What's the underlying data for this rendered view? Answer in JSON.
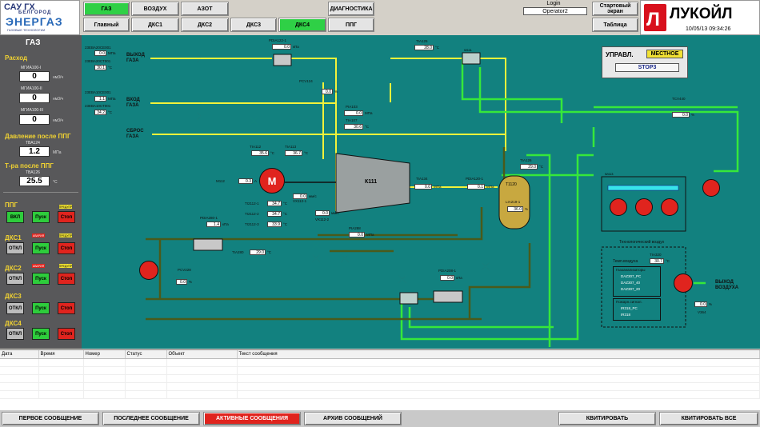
{
  "brand": {
    "title": "САУ ГХ",
    "line1": "БЕЛГОРОД",
    "line2": "ЭНЕРГАЗ",
    "line3": "ГАЗОВЫЕ ТЕХНОЛОГИИ"
  },
  "top_tabs": [
    "ГАЗ",
    "ВОЗДУХ",
    "АЗОТ"
  ],
  "sub_tabs": [
    "Главный",
    "ДКС1",
    "ДКС2",
    "ДКС3",
    "ДКС4",
    "ППГ"
  ],
  "diagnostics": "ДИАГНОСТИКА",
  "login": {
    "label": "Login",
    "user": "Operator2"
  },
  "start_screen": "Стартовый экран",
  "table_btn": "Таблица",
  "lukoil": {
    "name": "ЛУКОЙЛ",
    "datetime": "10/05/13 09:34:26"
  },
  "left": {
    "title": "ГАЗ",
    "flow_title": "Расход",
    "flows": [
      {
        "tag": "МГИА100-I",
        "value": "0",
        "unit": "нм3/ч"
      },
      {
        "tag": "МГИА100-II",
        "value": "0",
        "unit": "нм3/ч"
      },
      {
        "tag": "МГИА100-III",
        "value": "0",
        "unit": "нм3/ч"
      }
    ],
    "pressure_title": "Давление после ППГ",
    "pressure_tag": "ТВА124",
    "pressure_value": "1.2",
    "pressure_unit": "МПа",
    "temp_title": "Т-ра после ППГ",
    "temp_tag": "ТВА126",
    "temp_value": "25.5",
    "temp_unit": "°С",
    "units": [
      {
        "name": "ППГ",
        "state": "ВКЛ",
        "state_on": true,
        "start": "Пуск",
        "stop": "Стоп",
        "tags": [
          "ПРЕДУПР"
        ]
      },
      {
        "name": "ДКС1",
        "state": "ОТКЛ",
        "state_on": false,
        "start": "Пуск",
        "stop": "Стоп",
        "tags": [
          "АВАРИЯ",
          "ПРЕДУПР"
        ]
      },
      {
        "name": "ДКС2",
        "state": "ОТКЛ",
        "state_on": false,
        "start": "Пуск",
        "stop": "Стоп",
        "tags": [
          "АВАРИЯ",
          "ПРЕДУПР"
        ]
      },
      {
        "name": "ДКС3",
        "state": "ОТКЛ",
        "state_on": false,
        "start": "Пуск",
        "stop": "Стоп",
        "tags": []
      },
      {
        "name": "ДКС4",
        "state": "ОТКЛ",
        "state_on": false,
        "start": "Пуск",
        "stop": "Стоп",
        "tags": []
      }
    ]
  },
  "scheme": {
    "mode": {
      "label": "УПРАВЛ.",
      "value": "МЕСТНОЕ",
      "status": "STOP3"
    },
    "lines": {
      "exit": "ВЫХОД ГАЗА",
      "entry": "ВХОД ГАЗА",
      "discharge": "СБРОС ГАЗА",
      "air_exit": "ВЫХОД ВОЗДУХА"
    },
    "compressor": "К111",
    "motor": "M",
    "separator": "Т1120",
    "cooler": "W413",
    "filter": "W111",
    "values": [
      {
        "tag": "23ЕВА20СЕ001",
        "value": "0.0",
        "unit": "МПа"
      },
      {
        "tag": "23ЕВА20СТ001",
        "value": "30.1",
        "unit": "°С"
      },
      {
        "tag": "23ЕВА10СЕ001",
        "value": "1.1",
        "unit": "МПа"
      },
      {
        "tag": "23ЕВА10СТ001",
        "value": "34.2",
        "unit": "°С"
      },
      {
        "tag": "PDIA122-1",
        "value": "0.0",
        "unit": "кПа"
      },
      {
        "tag": "TIA125",
        "value": "28.0",
        "unit": "°С"
      },
      {
        "tag": "PCV124",
        "value": "0.0",
        "unit": "%"
      },
      {
        "tag": "PIA103",
        "value": "0.0",
        "unit": "МПа"
      },
      {
        "tag": "TIA107",
        "value": "30.6",
        "unit": "°С"
      },
      {
        "tag": "TCV440",
        "value": "0.0",
        "unit": "%"
      },
      {
        "tag": "TIA112",
        "value": "35.6",
        "unit": "°С"
      },
      {
        "tag": "TIA113",
        "value": "36.7",
        "unit": "°С"
      },
      {
        "tag": "M112",
        "value": "0.3",
        "unit": "А"
      },
      {
        "tag": "TIA134",
        "value": "0.0",
        "unit": "МПа"
      },
      {
        "tag": "PDIA120-1",
        "value": "0.1",
        "unit": "МПа"
      },
      {
        "tag": "TIA126",
        "value": "29.0",
        "unit": "°С"
      },
      {
        "tag": "LIA219-1",
        "value": "36.0",
        "unit": "%"
      },
      {
        "tag": "TI2112-1",
        "value": "34.7",
        "unit": "°С"
      },
      {
        "tag": "TI2112-2",
        "value": "34.7",
        "unit": "°С"
      },
      {
        "tag": "TI2112-3",
        "value": "33.9",
        "unit": "°С"
      },
      {
        "tag": "VX112-1",
        "value": "0.0",
        "unit": "мм/с"
      },
      {
        "tag": "VX112-2",
        "value": "0.0",
        "unit": "мм/с"
      },
      {
        "tag": "PDIA280-1",
        "value": "1.4",
        "unit": "кПа"
      },
      {
        "tag": "TIA280",
        "value": "29.0",
        "unit": "°С"
      },
      {
        "tag": "PIA288",
        "value": "0.0",
        "unit": "МПа"
      },
      {
        "tag": "PCV228",
        "value": "0.0",
        "unit": "%"
      },
      {
        "tag": "PDIA208-1",
        "value": "0.0",
        "unit": "кПа"
      },
      {
        "tag": "TIA320",
        "value": "30.7",
        "unit": "°С"
      },
      {
        "tag": "V364",
        "value": "0.0",
        "unit": "%"
      }
    ],
    "tech_air": {
      "title": "Технологический воздух",
      "temp_label": "Темп.воздуха",
      "analyzers_title": "Газоанализаторы",
      "analyzers": [
        "DAZ307_PC",
        "DAZ307_40",
        "DAZ307_20"
      ],
      "fire_title": "Пожарн.сигнал.",
      "fire": [
        "IR318_PC",
        "IR318"
      ]
    }
  },
  "grid": {
    "columns": [
      "Дата",
      "Время",
      "Номер",
      "Статус",
      "Объект",
      "Текст сообщения"
    ]
  },
  "footer": {
    "buttons": [
      "ПЕРВОЕ СООБЩЕНИЕ",
      "ПОСЛЕДНЕЕ СООБЩЕНИЕ",
      "АКТИВНЫЕ СООБЩЕНИЯ",
      "АРХИВ СООБЩЕНИЙ",
      "КВИТИРОВАТЬ",
      "КВИТИРОВАТЬ ВСЕ"
    ]
  },
  "colors": {
    "background": "#12817f",
    "pipe_yellow": "#f2f23a",
    "pipe_green": "#36e83a",
    "pipe_brown": "#4a5a1a",
    "alarm_red": "#e0241e",
    "active_green": "#2fd046"
  }
}
